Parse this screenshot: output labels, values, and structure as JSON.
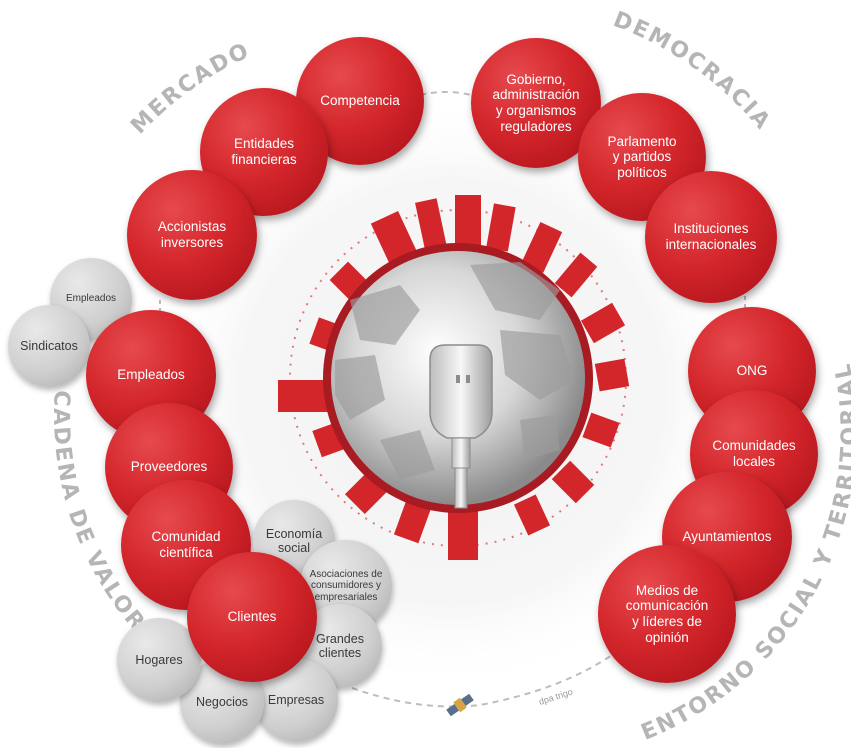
{
  "sections": {
    "mercado": "MERCADO",
    "democracia": "DEMOCRACIA",
    "entorno": "ENTORNO SOCIAL Y TERRITORIAL",
    "cadena": "CADENA DE VALOR"
  },
  "mercado_items": [
    "Competencia",
    "Entidades\nfinancieras",
    "Accionistas\ninversores"
  ],
  "democracia_items": [
    "Gobierno,\nadministración\ny organismos\nreguladores",
    "Parlamento\ny partidos\npolíticos",
    "Instituciones\ninternacionales"
  ],
  "entorno_items": [
    "ONG",
    "Comunidades\nlocales",
    "Ayuntamientos",
    "Medios de\ncomunicación\ny líderes de\nopinión"
  ],
  "cadena_items": [
    "Empleados",
    "Proveedores",
    "Comunidad\ncientífica",
    "Clientes"
  ],
  "empleados_sub": [
    "Empleados",
    "Sindicatos"
  ],
  "clientes_sub": [
    "Economía\nsocial",
    "Asociaciones de\nconsumidores y\nempresariales",
    "Grandes\nclientes",
    "Empresas",
    "Negocios",
    "Hogares"
  ],
  "satellite_caption": "dpa trigo",
  "colors": {
    "accent_red": "#d3262b",
    "grey": "#c9c9c9",
    "label_grey": "#b5b5b5"
  }
}
